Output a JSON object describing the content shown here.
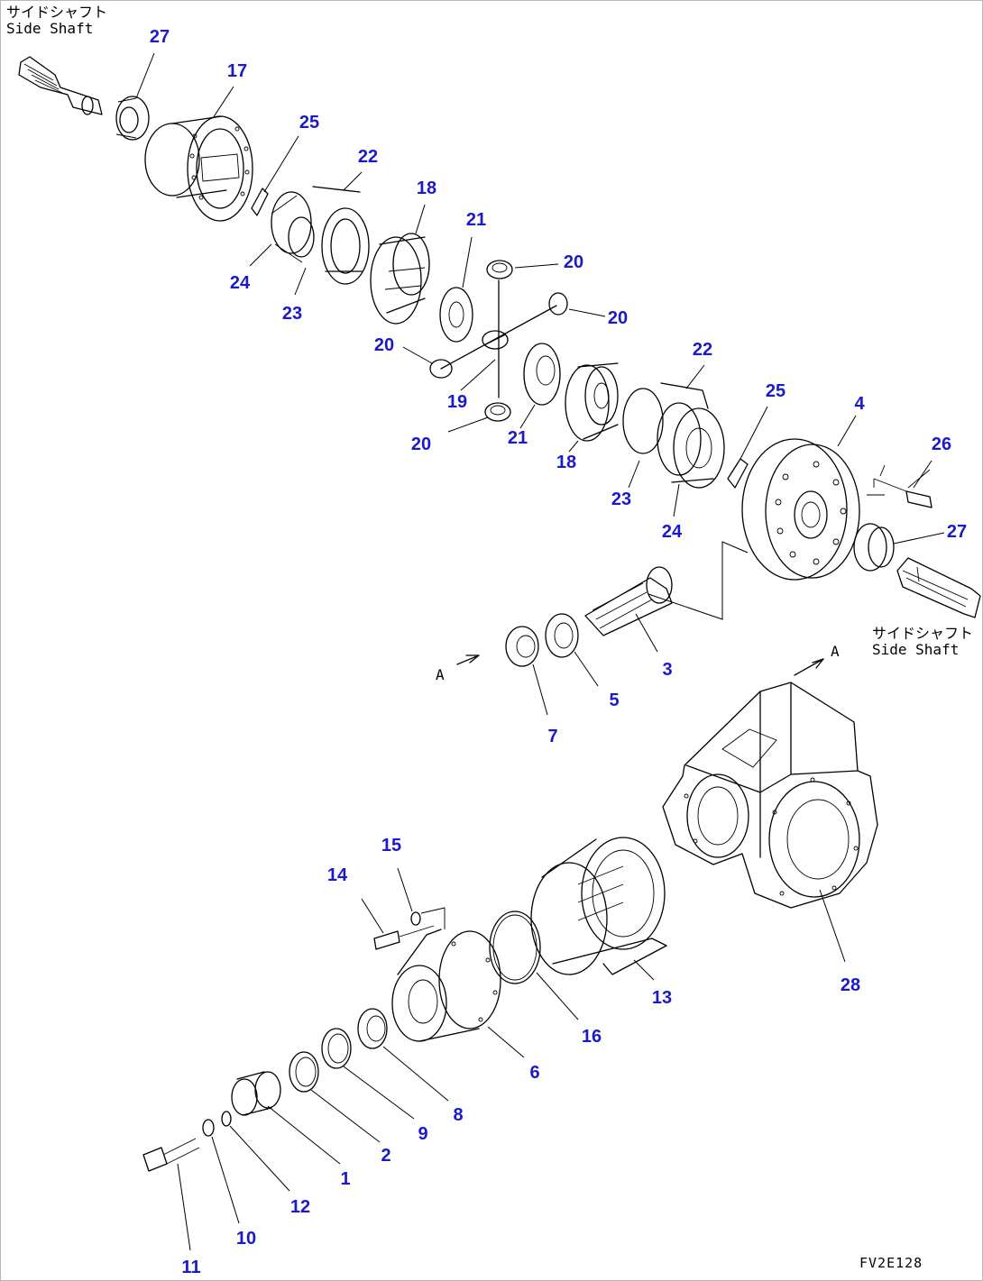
{
  "diagram": {
    "top_left_label": {
      "japanese": "サイドシャフト",
      "english": "Side Shaft"
    },
    "right_label": {
      "japanese": "サイドシャフト",
      "english": "Side Shaft"
    },
    "figure_code": "FV2E128",
    "reference_mark": "A",
    "accent_color": "#1a1acc",
    "callouts": [
      {
        "id": "c27a",
        "label": "27"
      },
      {
        "id": "c17",
        "label": "17"
      },
      {
        "id": "c25a",
        "label": "25"
      },
      {
        "id": "c22a",
        "label": "22"
      },
      {
        "id": "c18a",
        "label": "18"
      },
      {
        "id": "c21a",
        "label": "21"
      },
      {
        "id": "c20a",
        "label": "20"
      },
      {
        "id": "c24a",
        "label": "24"
      },
      {
        "id": "c23a",
        "label": "23"
      },
      {
        "id": "c20b",
        "label": "20"
      },
      {
        "id": "c20c",
        "label": "20"
      },
      {
        "id": "c19",
        "label": "19"
      },
      {
        "id": "c22b",
        "label": "22"
      },
      {
        "id": "c25b",
        "label": "25"
      },
      {
        "id": "c4",
        "label": "4"
      },
      {
        "id": "c20d",
        "label": "20"
      },
      {
        "id": "c21b",
        "label": "21"
      },
      {
        "id": "c18b",
        "label": "18"
      },
      {
        "id": "c26",
        "label": "26"
      },
      {
        "id": "c23b",
        "label": "23"
      },
      {
        "id": "c27b",
        "label": "27"
      },
      {
        "id": "c24b",
        "label": "24"
      },
      {
        "id": "c3",
        "label": "3"
      },
      {
        "id": "c5",
        "label": "5"
      },
      {
        "id": "c7",
        "label": "7"
      },
      {
        "id": "c15",
        "label": "15"
      },
      {
        "id": "c14",
        "label": "14"
      },
      {
        "id": "c13",
        "label": "13"
      },
      {
        "id": "c28",
        "label": "28"
      },
      {
        "id": "c16",
        "label": "16"
      },
      {
        "id": "c6",
        "label": "6"
      },
      {
        "id": "c8",
        "label": "8"
      },
      {
        "id": "c9",
        "label": "9"
      },
      {
        "id": "c2",
        "label": "2"
      },
      {
        "id": "c1",
        "label": "1"
      },
      {
        "id": "c12",
        "label": "12"
      },
      {
        "id": "c10",
        "label": "10"
      },
      {
        "id": "c11",
        "label": "11"
      }
    ]
  }
}
